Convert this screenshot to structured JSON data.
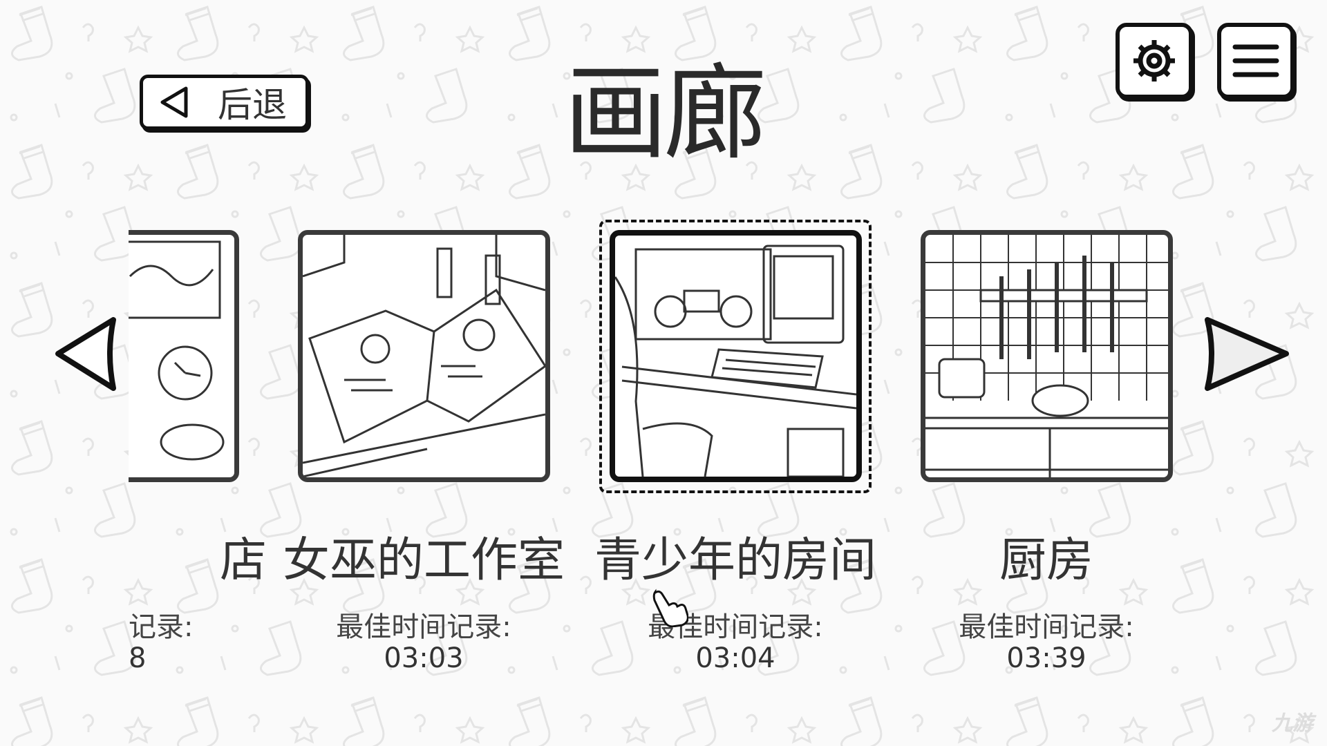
{
  "header": {
    "title": "画廊",
    "back_label": "后退"
  },
  "toolbar": {
    "settings_icon": "gear-icon",
    "menu_icon": "hamburger-menu-icon"
  },
  "levels": [
    {
      "name": "店",
      "record_label": "记录:",
      "time": "8",
      "partial": true
    },
    {
      "name": "女巫的工作室",
      "record_label": "最佳时间记录:",
      "time": "03:03"
    },
    {
      "name": "青少年的房间",
      "record_label": "最佳时间记录:",
      "time": "03:04",
      "selected": true
    },
    {
      "name": "厨房",
      "record_label": "最佳时间记录:",
      "time": "03:39"
    }
  ],
  "watermark": "九游"
}
